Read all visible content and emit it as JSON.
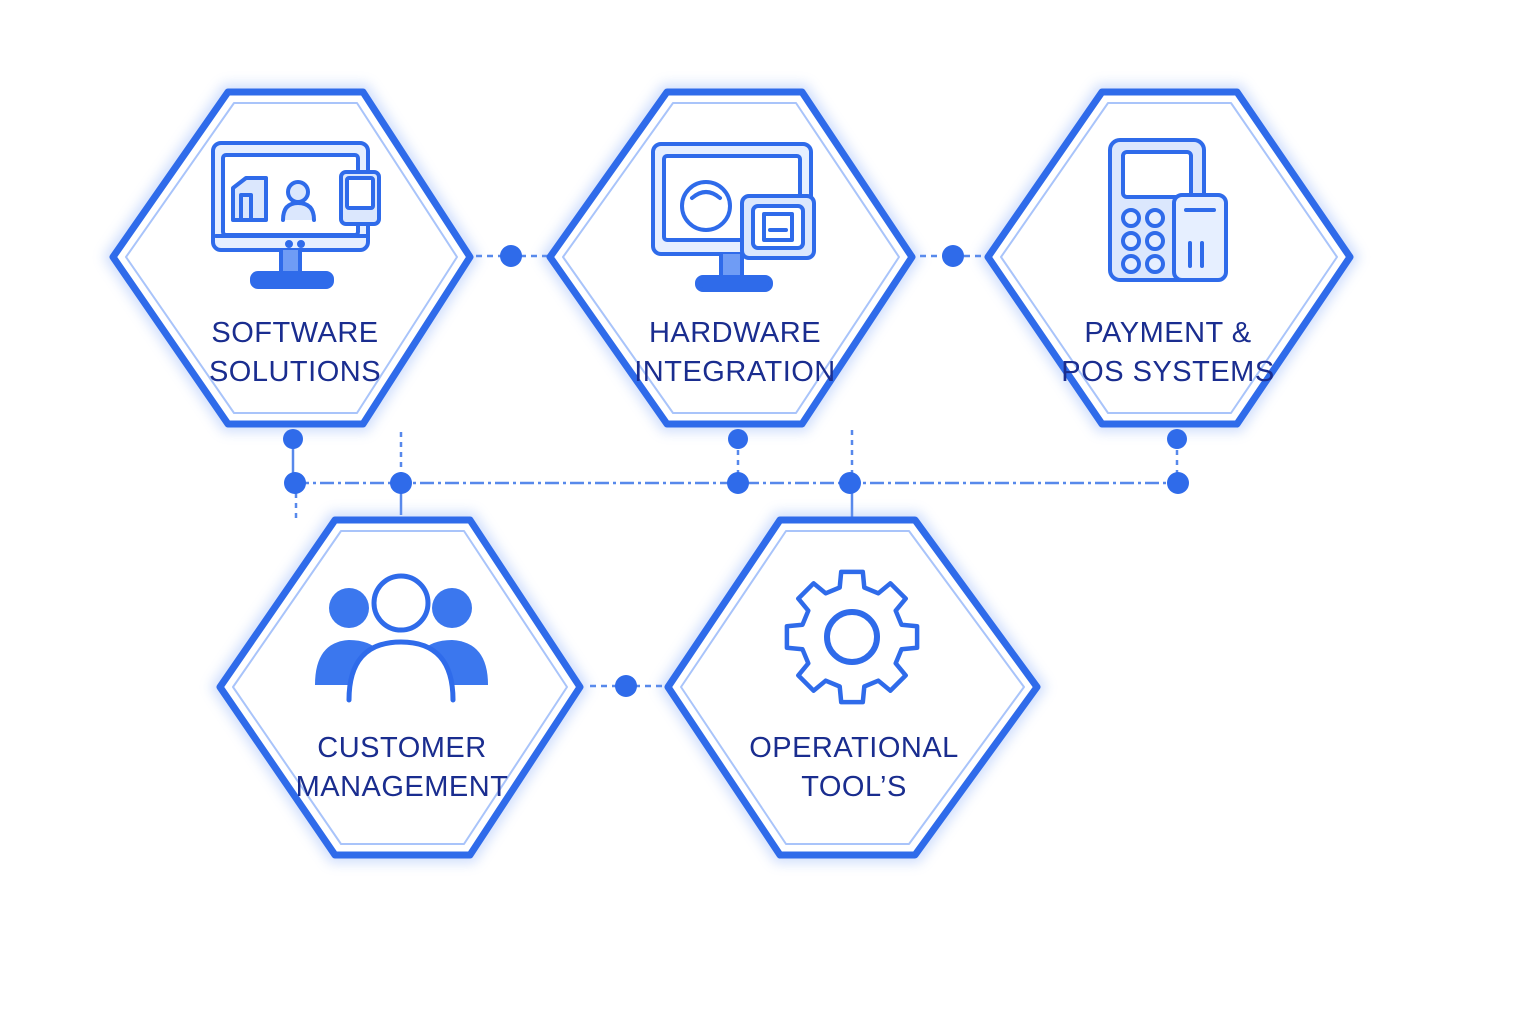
{
  "colors": {
    "accent": "#2f6bea",
    "accent_light": "#6f9cf5",
    "accent_fill": "#dbe7fd",
    "label": "#1a2d8f",
    "connector": "#3a74e8"
  },
  "nodes": [
    {
      "id": "software",
      "icon": "computer-monitor-icon",
      "label_line1": "SOFTWARE",
      "label_line2": "SOLUTIONS"
    },
    {
      "id": "hardware",
      "icon": "monitor-with-device-icon",
      "label_line1": "HARDWARE",
      "label_line2": "INTEGRATION"
    },
    {
      "id": "payment",
      "icon": "payment-terminal-icon",
      "label_line1": "PAYMENT &",
      "label_line2": "POS SYSTEMS"
    },
    {
      "id": "customer",
      "icon": "users-group-icon",
      "label_line1": "CUSTOMER",
      "label_line2": "MANAGEMENT"
    },
    {
      "id": "operational",
      "icon": "gear-icon",
      "label_line1": "OPERATIONAL",
      "label_line2": "TOOL’S"
    }
  ]
}
